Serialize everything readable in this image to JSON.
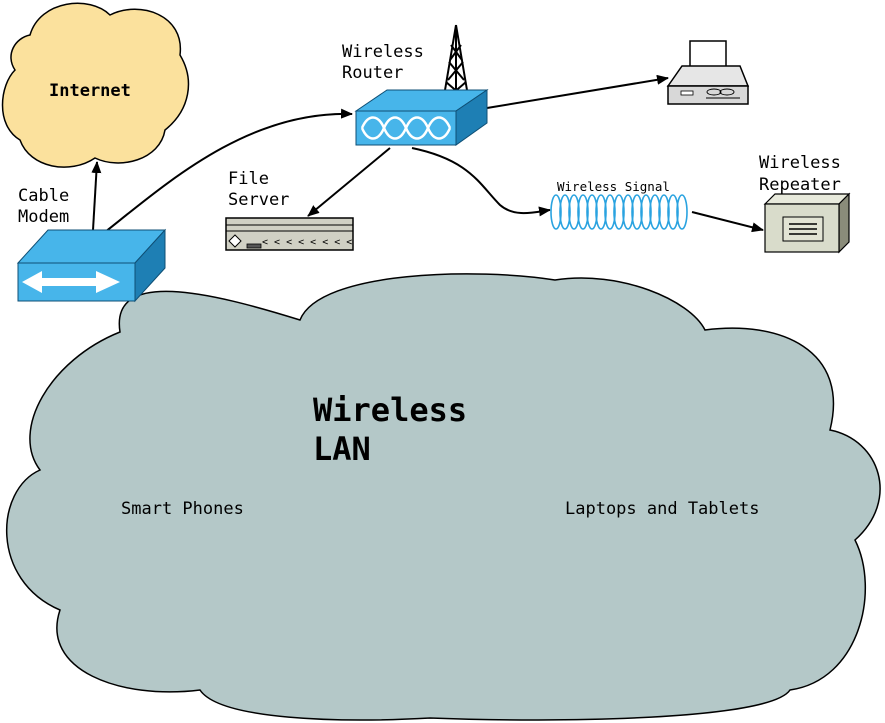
{
  "labels": {
    "internet": "Internet",
    "cable_modem": [
      "Cable",
      "Modem"
    ],
    "wireless_router": [
      "Wireless",
      "Router"
    ],
    "file_server": [
      "File",
      "Server"
    ],
    "wireless_signal": "Wireless Signal",
    "wireless_repeater": [
      "Wireless",
      "Repeater"
    ],
    "wireless_lan": [
      "Wireless",
      "LAN"
    ],
    "smart_phones": "Smart Phones",
    "laptops_tablets": "Laptops and Tablets"
  },
  "colors": {
    "internet_cloud": "#fbe19d",
    "lan_cloud": "#b4c8c8",
    "network_blue_top": "#47b5ea",
    "network_blue_side": "#1e7fb4",
    "phone_body": "#1b1b6e",
    "phone_screen": "#9fe38f",
    "signal_blue": "#2aa3e0",
    "repeater_front": "#d9dccb",
    "printer_body": "#d8d8d8"
  },
  "icons": {
    "router": "wireless-router-icon",
    "modem": "cable-modem-icon",
    "server": "file-server-icon",
    "printer": "printer-icon",
    "repeater": "wireless-repeater-icon",
    "phone": "smart-phone-icon",
    "tower": "tower-pc-icon"
  }
}
